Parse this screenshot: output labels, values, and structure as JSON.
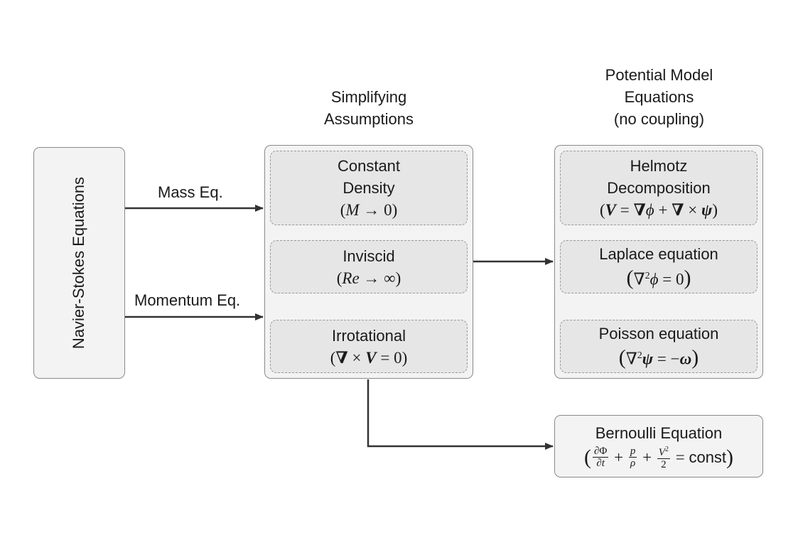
{
  "source": {
    "label": "Navier-Stokes Equations"
  },
  "arrows": {
    "mass": "Mass Eq.",
    "momentum": "Momentum Eq."
  },
  "assumptions": {
    "title_line1": "Simplifying",
    "title_line2": "Assumptions",
    "items": [
      {
        "label_line1": "Constant",
        "label_line2": "Density",
        "expr_lhs": "M",
        "expr_op": "→",
        "expr_rhs": "0"
      },
      {
        "label_line1": "Inviscid",
        "expr_lhs": "Re",
        "expr_op": "→",
        "expr_rhs": "∞"
      },
      {
        "label_line1": "Irrotational",
        "expr_nabla": "∇",
        "expr_times": "×",
        "expr_v": "V",
        "expr_eq": "=",
        "expr_rhs": "0"
      }
    ]
  },
  "potential": {
    "title_line1": "Potential Model",
    "title_line2": "Equations",
    "title_line3": "(no coupling)",
    "items": [
      {
        "label_line1": "Helmotz",
        "label_line2": "Decomposition"
      },
      {
        "label_line1": "Laplace equation"
      },
      {
        "label_line1": "Poisson equation"
      }
    ]
  },
  "bernoulli": {
    "label": "Bernoulli Equation",
    "const": "const"
  }
}
